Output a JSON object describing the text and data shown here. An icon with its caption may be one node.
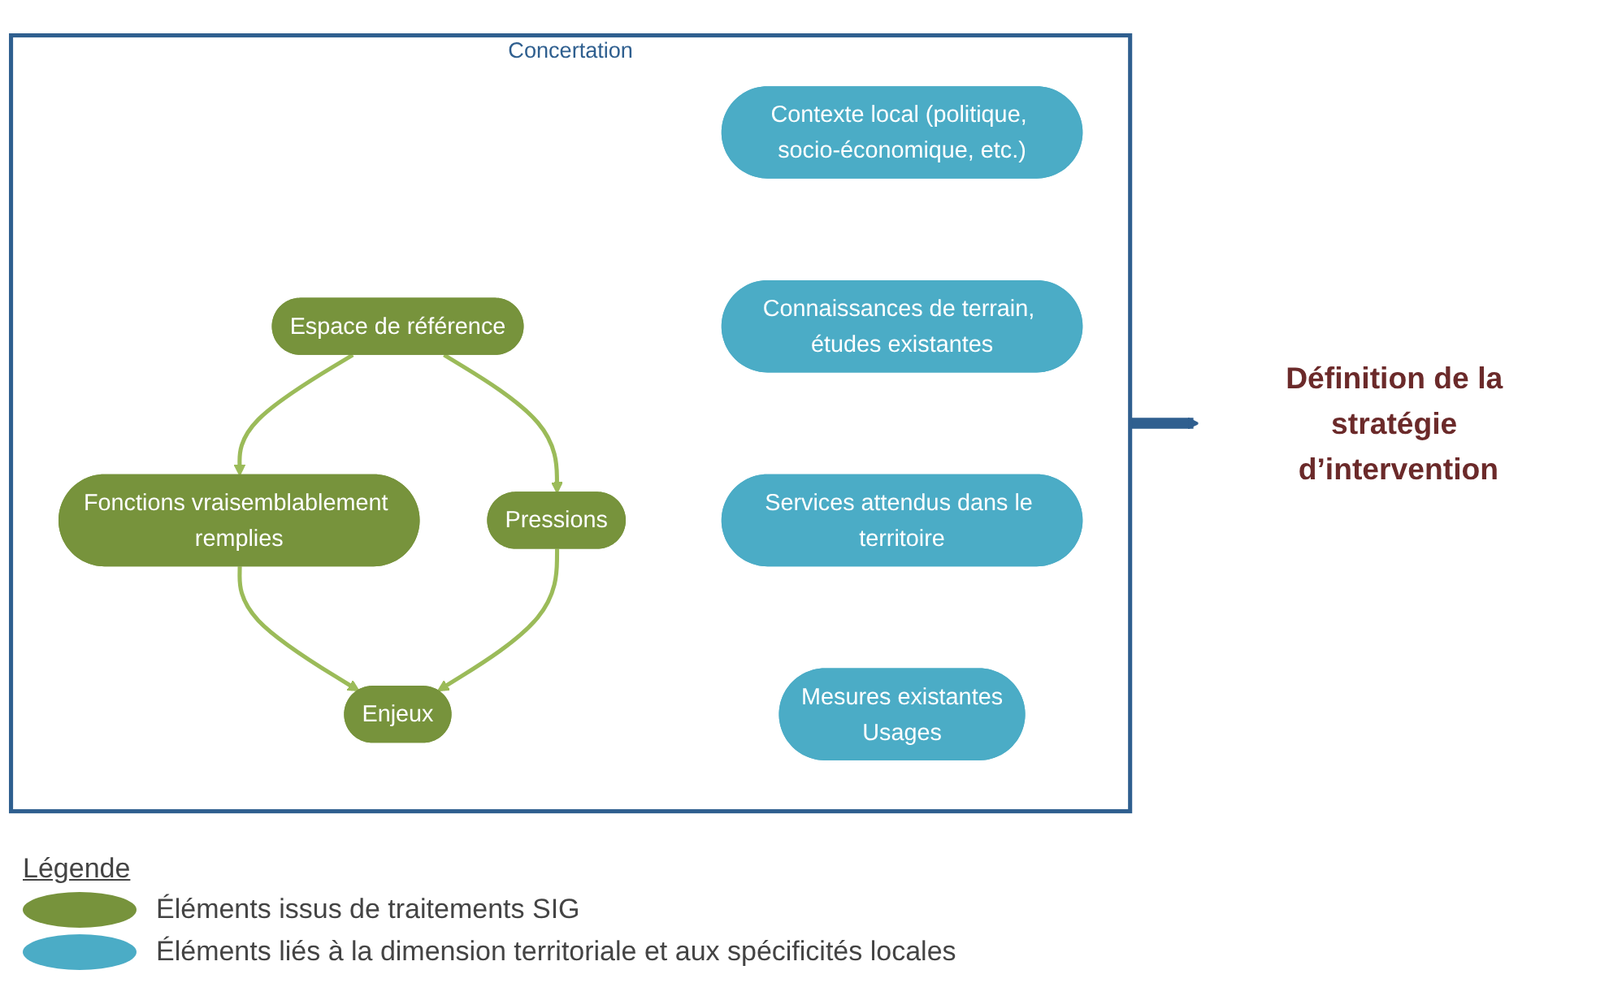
{
  "diagram": {
    "nodes": [
      {
        "text": [
          "Concertation"
        ]
      },
      {
        "text": [
          "Espace de référence"
        ],
        "in": 0
      },
      {
        "text": [
          "Contexte local (politique, socio-économique, etc.)"
        ],
        "in": 0
      },
      {
        "text": [
          "Fonctions vraisemblablement remplies"
        ],
        "in": 0
      },
      {
        "text": [
          "Pressions"
        ],
        "in": 0
      },
      {
        "text": [
          "Connaissances de terrain, études existantes"
        ],
        "in": 0
      },
      {
        "text": [
          "Enjeux"
        ],
        "in": 0
      },
      {
        "text": [
          "Services attendus dans le territoire"
        ],
        "in": 0
      },
      {
        "text": [
          "Mesures existantes",
          "Usages"
        ],
        "in": 0
      },
      {
        "text": [
          "Définition de la stratégie d’intervention"
        ]
      }
    ],
    "edges": [
      {
        "from": 1,
        "to": 3,
        "arrow": "to"
      },
      {
        "from": 1,
        "to": 4,
        "arrow": "to"
      },
      {
        "from": 3,
        "to": 6,
        "arrow": "to"
      },
      {
        "from": 4,
        "to": 6,
        "arrow": "to"
      },
      {
        "from": 0,
        "to": 9,
        "arrow": "to",
        "style": "thick",
        "color": "#2f5f8f"
      }
    ],
    "labels": [
      "Légende"
    ],
    "legend": [
      {
        "text": "Éléments issus de traitements SIG",
        "color": "#77933c"
      },
      {
        "text": "Éléments liés à la dimension territoriale et aux spécificités locales",
        "color": "#4bacc6"
      }
    ]
  }
}
